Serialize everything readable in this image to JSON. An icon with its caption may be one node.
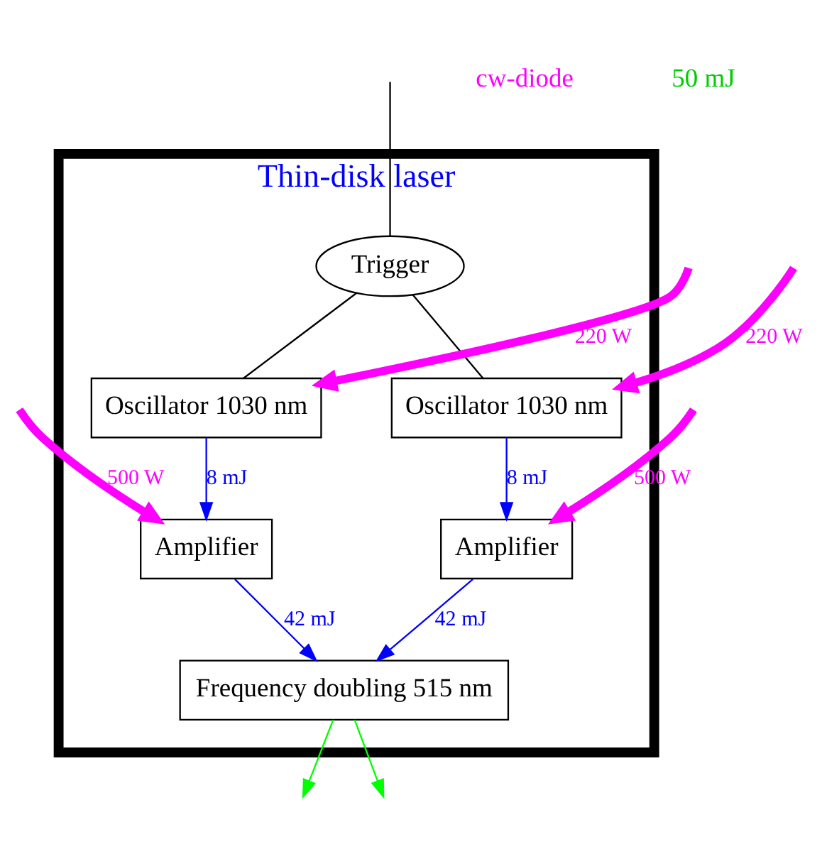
{
  "diagram": {
    "nodes": [
      {
        "text": [
          "Thin-disk laser"
        ]
      },
      {
        "text": [
          "Trigger"
        ],
        "in": 0
      },
      {
        "text": [
          "Oscillator 1030 nm"
        ],
        "in": 0
      },
      {
        "text": [
          "Oscillator 1030 nm"
        ],
        "in": 0
      },
      {
        "text": [
          "Amplifier"
        ],
        "in": 0
      },
      {
        "text": [
          "Amplifier"
        ],
        "in": 0
      },
      {
        "text": [
          "Frequency doubling 515 nm"
        ],
        "in": 0
      }
    ],
    "edges": [
      {
        "from": 1,
        "to": 2,
        "arrow": "none",
        "color": "#000000"
      },
      {
        "from": 1,
        "to": 3,
        "arrow": "none",
        "color": "#000000"
      },
      {
        "from": 2,
        "to": 4,
        "arrow": "to",
        "label": "8 mJ",
        "color": "#0000ff"
      },
      {
        "from": 3,
        "to": 5,
        "arrow": "to",
        "label": "8 mJ",
        "color": "#0000ff"
      },
      {
        "from": 4,
        "to": 6,
        "arrow": "to",
        "label": "42 mJ",
        "color": "#0000ff"
      },
      {
        "from": 5,
        "to": 6,
        "arrow": "to",
        "label": "42 mJ",
        "color": "#0000ff"
      },
      {
        "from": 6,
        "to": null,
        "arrow": "to",
        "color": "#00ff00"
      },
      {
        "from": 6,
        "to": null,
        "arrow": "to",
        "color": "#00ff00"
      },
      {
        "from": null,
        "to": 2,
        "arrow": "to",
        "label": "220 W",
        "style": "thick",
        "color": "#ff00ff"
      },
      {
        "from": null,
        "to": 3,
        "arrow": "to",
        "label": "220 W",
        "style": "thick",
        "color": "#ff00ff"
      },
      {
        "from": null,
        "to": 4,
        "arrow": "to",
        "label": "500 W",
        "style": "thick",
        "color": "#ff00ff"
      },
      {
        "from": null,
        "to": 5,
        "arrow": "to",
        "label": "500 W",
        "style": "thick",
        "color": "#ff00ff"
      },
      {
        "from": null,
        "to": 1,
        "arrow": "none",
        "color": "#000000"
      }
    ],
    "labels": [
      "cw-diode",
      "50 mJ"
    ]
  }
}
